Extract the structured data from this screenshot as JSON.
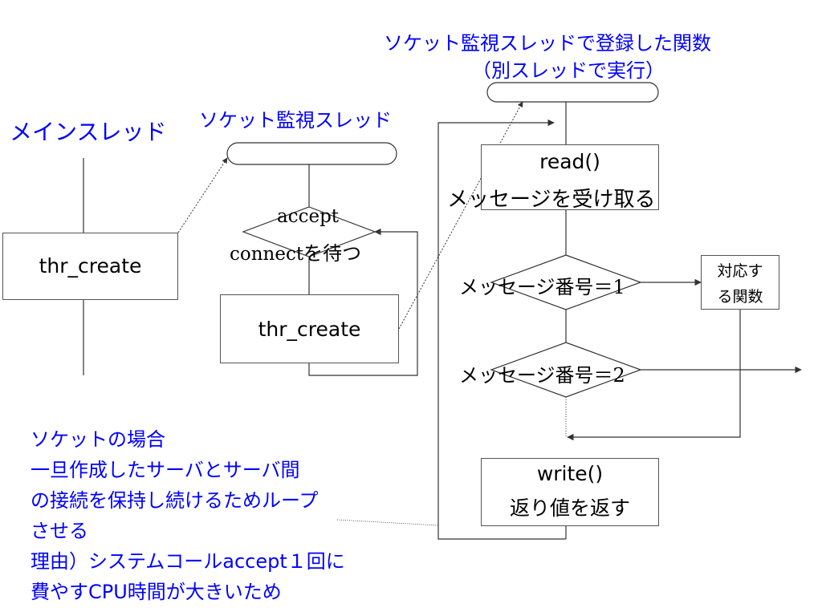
{
  "colors": {
    "accent_text": "#0000ff",
    "line": "#333333",
    "box_border": "#555555"
  },
  "threads": {
    "main": "メインスレッド",
    "socket_monitor": "ソケット監視スレッド",
    "registered_func_line1": "ソケット監視スレッドで登録した関数",
    "registered_func_line2": "（別スレッドで実行）"
  },
  "main_thread": {
    "create_box": "thr_create"
  },
  "monitor_thread": {
    "decision_line1": "accept",
    "decision_line2_a": "connect",
    "decision_line2_b": "を待つ",
    "create_box": "thr_create"
  },
  "handler": {
    "read_line1": "read()",
    "read_line2": "メッセージを受け取る",
    "decision1_a": "メッセージ番号",
    "decision1_b": "＝1",
    "decision2_a": "メッセージ番号",
    "decision2_b": "＝2",
    "func_box_line1": "対応す",
    "func_box_line2": "る関数",
    "write_line1": "write()",
    "write_line2": "返り値を返す"
  },
  "note": {
    "lines": [
      "ソケットの場合",
      "一旦作成したサーバとサーバ間",
      "の接続を保持し続けるためループ",
      "させる",
      "理由）システムコールaccept１回に",
      "費やすCPU時間が大きいため"
    ]
  }
}
